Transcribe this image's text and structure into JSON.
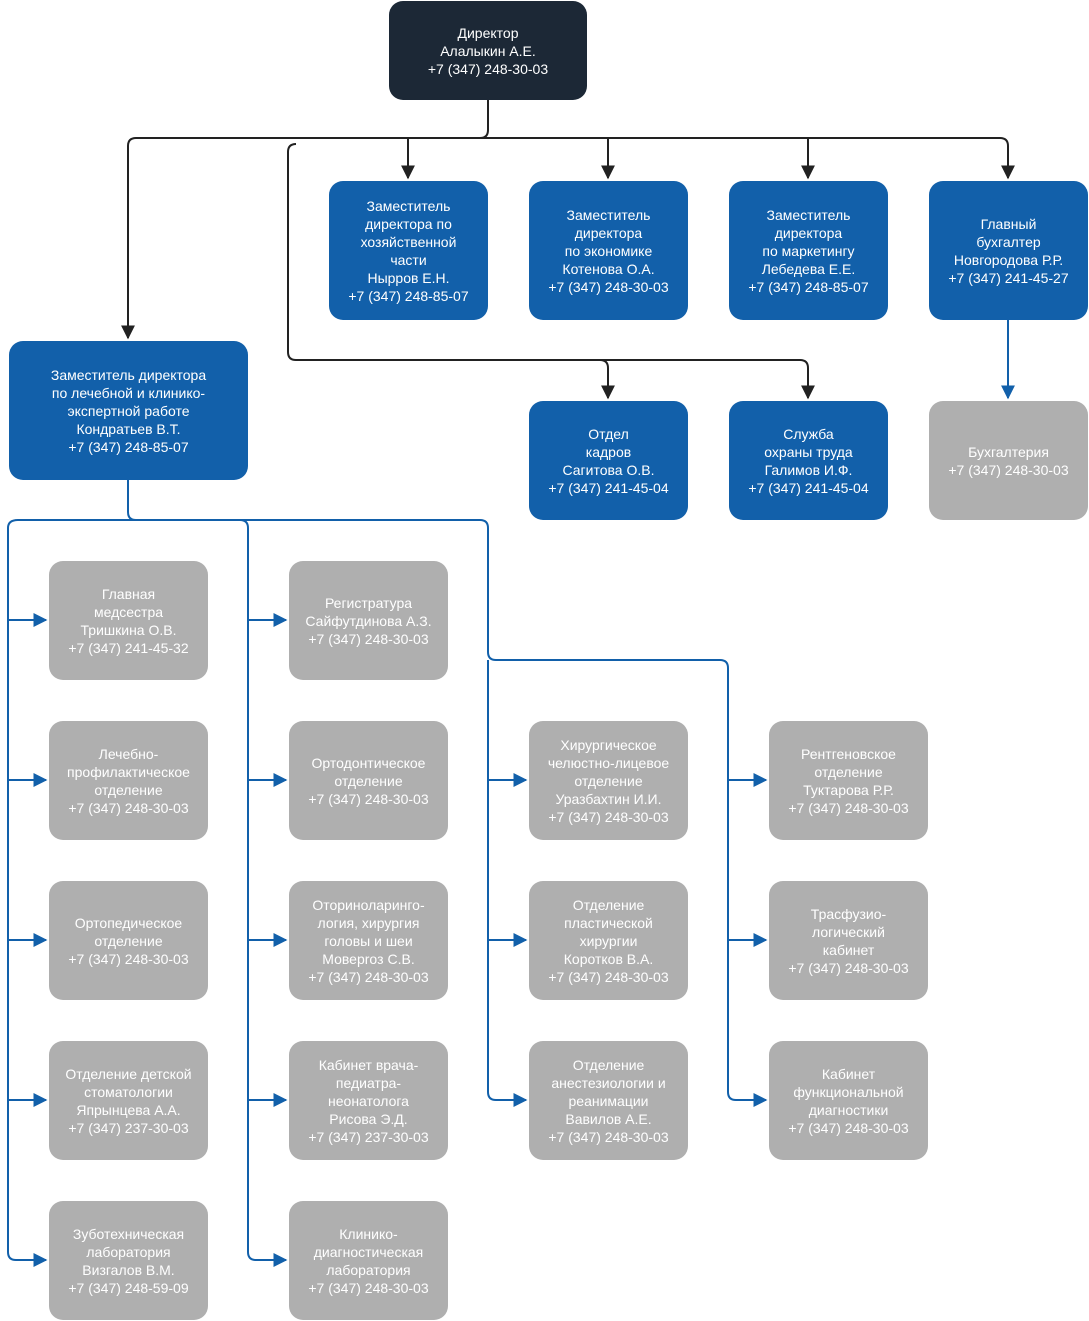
{
  "colors": {
    "director": "#1c2836",
    "deputy": "#1260aa",
    "unit": "#afafaf",
    "black_connector": "#222222",
    "blue_connector": "#1260aa"
  },
  "director": {
    "lines": [
      "Директор",
      "Алалыкин А.Е.",
      "+7 (347) 248-30-03"
    ]
  },
  "deputies": [
    {
      "lines": [
        "Заместитель",
        "директора по",
        "хозяйственной",
        "части",
        "Нырров Е.Н.",
        "+7 (347) 248-85-07"
      ]
    },
    {
      "lines": [
        "Заместитель",
        "директора",
        "по экономике",
        "Котенова О.А.",
        "+7 (347) 248-30-03"
      ]
    },
    {
      "lines": [
        "Заместитель",
        "директора",
        "по маркетингу",
        "Лебедева Е.Е.",
        "+7 (347) 248-85-07"
      ]
    },
    {
      "lines": [
        "Главный",
        "бухгалтер",
        "Новгородова Р.Р.",
        "+7 (347) 241-45-27"
      ]
    }
  ],
  "medical_deputy": {
    "lines": [
      "Заместитель директора",
      "по лечебной и клинико-",
      "экспертной работе",
      "Кондратьев В.Т.",
      "+7 (347) 248-85-07"
    ]
  },
  "second_row": [
    {
      "lines": [
        "Отдел",
        "кадров",
        "Сагитова О.В.",
        "+7 (347) 241-45-04"
      ]
    },
    {
      "lines": [
        "Служба",
        "охраны труда",
        "Галимов И.Ф.",
        "+7 (347) 241-45-04"
      ]
    },
    {
      "lines": [
        "Бухгалтерия",
        "+7 (347) 248-30-03"
      ]
    }
  ],
  "column1": [
    {
      "lines": [
        "Главная",
        "медсестра",
        "Тришкина О.В.",
        "+7 (347) 241-45-32"
      ]
    },
    {
      "lines": [
        "Лечебно-",
        "профилактическое",
        "отделение",
        "+7 (347) 248-30-03"
      ]
    },
    {
      "lines": [
        "Ортопедическое",
        "отделение",
        "+7 (347) 248-30-03"
      ]
    },
    {
      "lines": [
        "Отделение детской",
        "стоматологии",
        "Япрынцева А.А.",
        "+7 (347) 237-30-03"
      ]
    },
    {
      "lines": [
        "Зуботехническая",
        "лаборатория",
        "Визгалов В.М.",
        "+7 (347) 248-59-09"
      ]
    }
  ],
  "column2": [
    {
      "lines": [
        "Регистратура",
        "Сайфутдинова А.З.",
        "+7 (347) 248-30-03"
      ]
    },
    {
      "lines": [
        "Ортодонтическое",
        "отделение",
        "+7 (347) 248-30-03"
      ]
    },
    {
      "lines": [
        "Оториноларинго-",
        "логия, хирургия",
        "головы и шеи",
        "Моверroз С.В.",
        "+7 (347) 248-30-03"
      ]
    },
    {
      "lines": [
        "Кабинет врача-",
        "педиатра-",
        "неонатолога",
        "Рисова Э.Д.",
        "+7 (347) 237-30-03"
      ]
    },
    {
      "lines": [
        "Клинико-",
        "диагностическая",
        "лаборатория",
        "+7 (347) 248-30-03"
      ]
    }
  ],
  "column3": [
    {
      "lines": [
        "Хирургическое",
        "челюстно-лицевое",
        "отделение",
        "Уразбахтин И.И.",
        "+7 (347) 248-30-03"
      ]
    },
    {
      "lines": [
        "Отделение",
        "пластической",
        "хирургии",
        "Коротков В.А.",
        "+7 (347) 248-30-03"
      ]
    },
    {
      "lines": [
        "Отделение",
        "анестезиологии и",
        "реанимации",
        "Вавилов А.Е.",
        "+7 (347) 248-30-03"
      ]
    }
  ],
  "column4": [
    {
      "lines": [
        "Рентгеновское",
        "отделение",
        "Туктарова Р.Р.",
        "+7 (347) 248-30-03"
      ]
    },
    {
      "lines": [
        "Трасфузио-",
        "логический",
        "кабинет",
        "+7 (347) 248-30-03"
      ]
    },
    {
      "lines": [
        "Кабинет",
        "функциональной",
        "диагностики",
        "+7 (347) 248-30-03"
      ]
    }
  ]
}
